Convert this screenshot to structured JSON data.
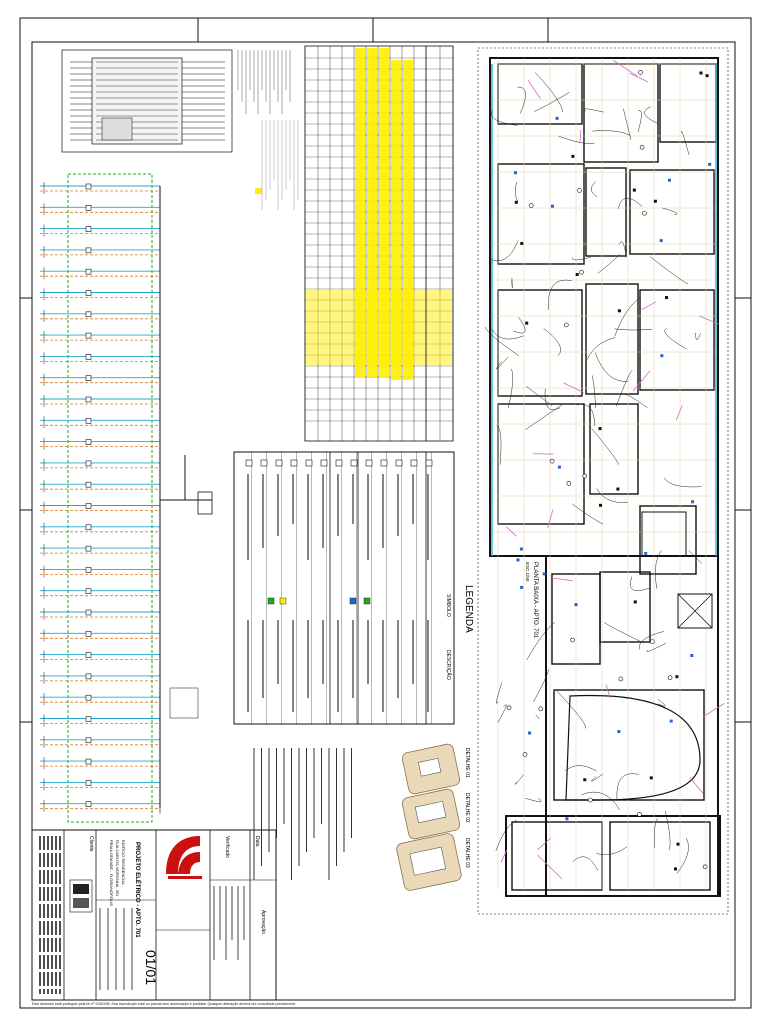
{
  "legend": {
    "title": "LEGENDA",
    "col_symbol": "SÍMBOLO",
    "col_description": "DESCRIÇÃO"
  },
  "plan": {
    "title": "PLANTA BAIXA - APTO. 701",
    "scale": "ESC 1/50"
  },
  "titleblock": {
    "sheet_number": "01/01",
    "project_title": "PROJETO ELÉTRICO - APTO. 701",
    "client": "Cliente",
    "approval": "Aprovação",
    "verified": "Verificado",
    "date": "Data",
    "owner_lines": [
      "EDIFÍCIO RESIDENCIAL",
      "RUA CARLOS NORONHA, 301",
      "PRAIA GRANDE - FLORIANÓPOLIS"
    ]
  },
  "details": {
    "labels": [
      "DETALHE 01",
      "DETALHE 02",
      "DETALHE 03"
    ]
  },
  "footer_note": "Este desenho está protegido pela lei nº 9.610/98. Sua reprodução total ou parcial sem autorização é proibida. Qualquer alteração deverá ser consultada previamente.",
  "colors": {
    "line": "#111111",
    "yellow": "#ffee00",
    "green": "#22aa22",
    "orange": "#dd7a1a",
    "cyan": "#22aacc",
    "logo_red": "#cc1010"
  }
}
